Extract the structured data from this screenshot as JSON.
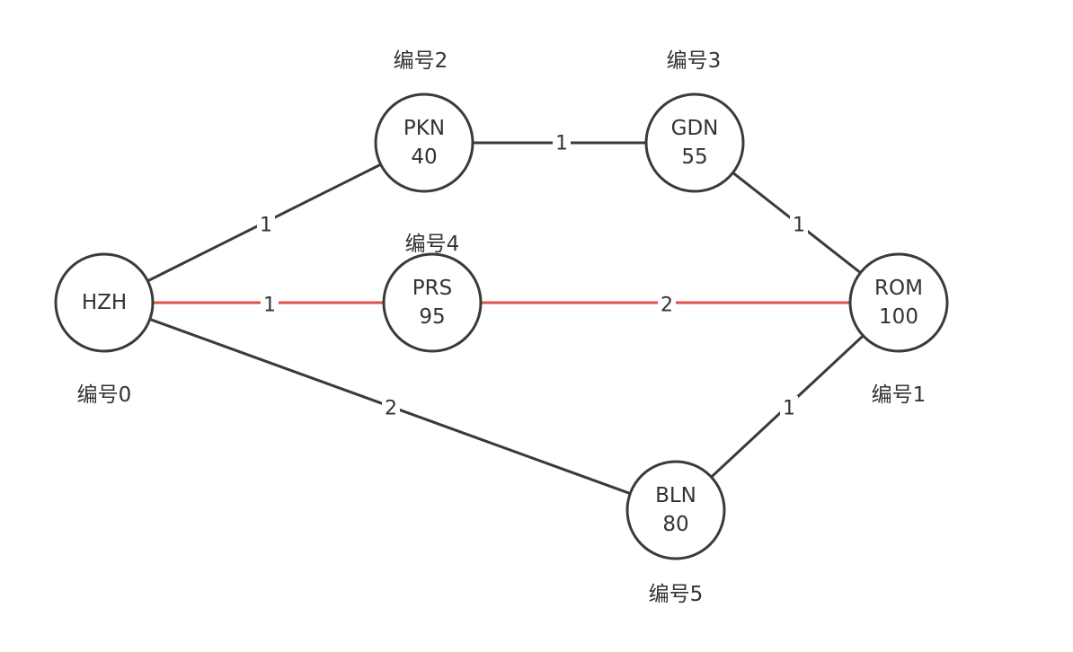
{
  "colors": {
    "edge": "#3a3a3a",
    "highlight": "#e0504a",
    "node_stroke": "#3a3a3a",
    "text": "#333333"
  },
  "nodes": [
    {
      "key": "hzh",
      "name": "HZH",
      "value": "",
      "id_label": "编号0"
    },
    {
      "key": "pkn",
      "name": "PKN",
      "value": "40",
      "id_label": "编号2"
    },
    {
      "key": "gdn",
      "name": "GDN",
      "value": "55",
      "id_label": "编号3"
    },
    {
      "key": "prs",
      "name": "PRS",
      "value": "95",
      "id_label": "编号4"
    },
    {
      "key": "rom",
      "name": "ROM",
      "value": "100",
      "id_label": "编号1"
    },
    {
      "key": "bln",
      "name": "BLN",
      "value": "80",
      "id_label": "编号5"
    }
  ],
  "edges": [
    {
      "from": "hzh",
      "to": "pkn",
      "weight": "1",
      "highlight": false
    },
    {
      "from": "pkn",
      "to": "gdn",
      "weight": "1",
      "highlight": false
    },
    {
      "from": "gdn",
      "to": "rom",
      "weight": "1",
      "highlight": false
    },
    {
      "from": "hzh",
      "to": "prs",
      "weight": "1",
      "highlight": true
    },
    {
      "from": "prs",
      "to": "rom",
      "weight": "2",
      "highlight": true
    },
    {
      "from": "hzh",
      "to": "bln",
      "weight": "2",
      "highlight": false
    },
    {
      "from": "bln",
      "to": "rom",
      "weight": "1",
      "highlight": false
    }
  ]
}
